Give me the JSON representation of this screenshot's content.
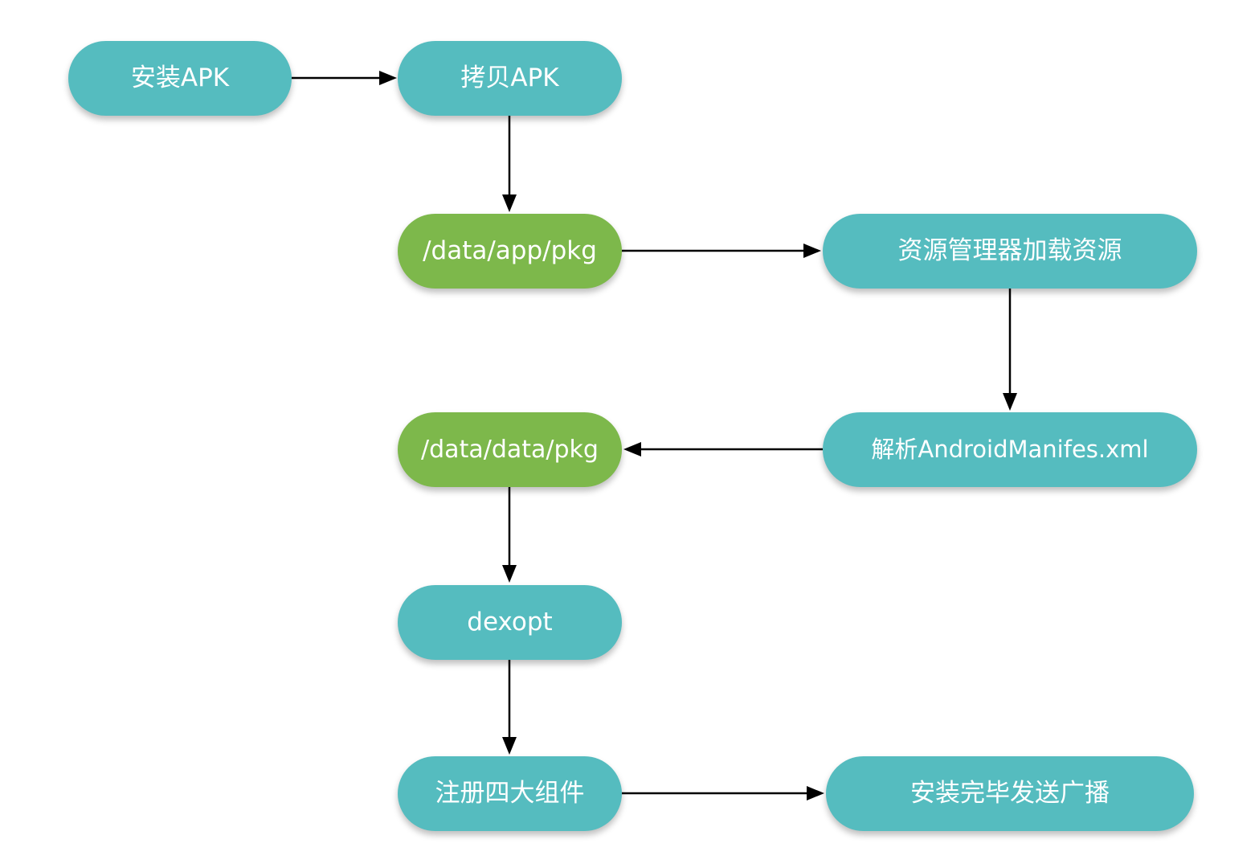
{
  "diagram": {
    "type": "flowchart",
    "colors": {
      "step": "#55bcbf",
      "path": "#7db84b",
      "text": "#ffffff",
      "edge": "#000000",
      "background": "#ffffff"
    },
    "nodes": {
      "install_apk": {
        "label": "安装APK",
        "style": "step"
      },
      "copy_apk": {
        "label": "拷贝APK",
        "style": "step"
      },
      "data_app_pkg": {
        "label": "/data/app/pkg",
        "style": "path"
      },
      "resource_manager": {
        "label": "资源管理器加载资源",
        "style": "step"
      },
      "parse_manifest": {
        "label": "解析AndroidManifes.xml",
        "style": "step"
      },
      "data_data_pkg": {
        "label": "/data/data/pkg",
        "style": "path"
      },
      "dexopt": {
        "label": "dexopt",
        "style": "step"
      },
      "register_components": {
        "label": "注册四大组件",
        "style": "step"
      },
      "install_complete": {
        "label": "安装完毕发送广播",
        "style": "step"
      }
    },
    "edges": [
      {
        "from": "install_apk",
        "to": "copy_apk"
      },
      {
        "from": "copy_apk",
        "to": "data_app_pkg"
      },
      {
        "from": "data_app_pkg",
        "to": "resource_manager"
      },
      {
        "from": "resource_manager",
        "to": "parse_manifest"
      },
      {
        "from": "parse_manifest",
        "to": "data_data_pkg"
      },
      {
        "from": "data_data_pkg",
        "to": "dexopt"
      },
      {
        "from": "dexopt",
        "to": "register_components"
      },
      {
        "from": "register_components",
        "to": "install_complete"
      }
    ]
  }
}
